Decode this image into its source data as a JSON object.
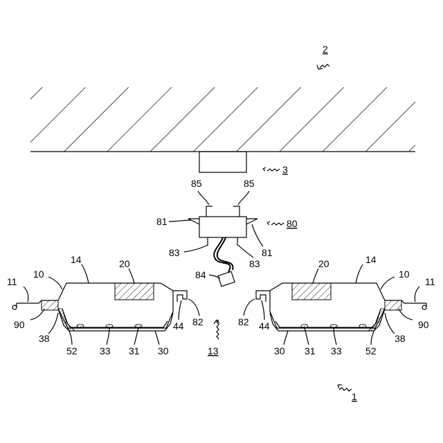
{
  "labels": {
    "n1": "1",
    "n2": "2",
    "n3": "3",
    "n10": "10",
    "n11": "11",
    "n13": "13",
    "n14": "14",
    "n20": "20",
    "n30": "30",
    "n31": "31",
    "n33": "33",
    "n38": "38",
    "n44": "44",
    "n52": "52",
    "n80": "80",
    "n81": "81",
    "n82": "82",
    "n83": "83",
    "n84": "84",
    "n85": "85",
    "n90": "90"
  }
}
